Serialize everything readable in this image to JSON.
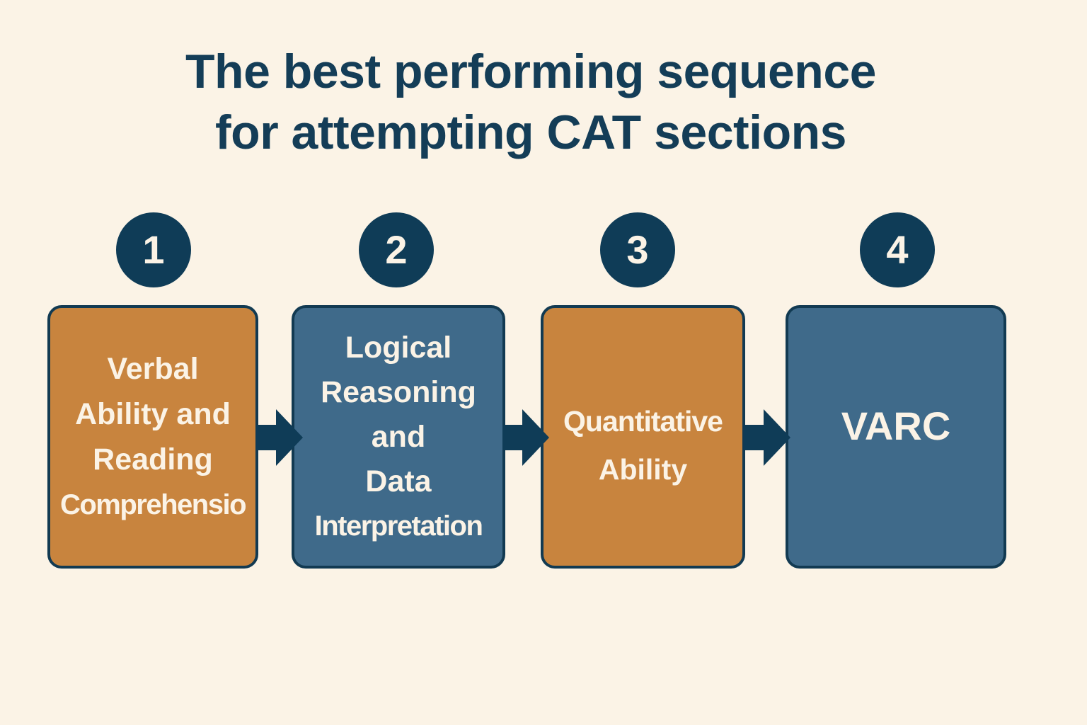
{
  "title": {
    "line1": "The best performing sequence",
    "line2": "for attempting CAT sections"
  },
  "colors": {
    "background": "#fbf3e6",
    "navy": "#0f3c57",
    "orange": "#c8843e",
    "blue": "#3f6a8a",
    "text_light": "#fbf3e6"
  },
  "steps": [
    {
      "number": "1",
      "color": "orange",
      "lines": [
        "Verbal",
        "Ability and",
        "Reading",
        "Comprehensio"
      ]
    },
    {
      "number": "2",
      "color": "blue",
      "lines": [
        "Logical",
        "Reasoning",
        "and",
        "Data",
        "Interpretation"
      ]
    },
    {
      "number": "3",
      "color": "orange",
      "lines": [
        "Quantitative",
        "Ability"
      ]
    },
    {
      "number": "4",
      "color": "blue",
      "lines": [
        "VARC"
      ]
    }
  ],
  "connectors": [
    {
      "from": "1",
      "to": "2",
      "icon": "arrow-right-icon"
    },
    {
      "from": "2",
      "to": "3",
      "icon": "arrow-right-icon"
    },
    {
      "from": "3",
      "to": "4",
      "icon": "arrow-right-icon"
    }
  ]
}
